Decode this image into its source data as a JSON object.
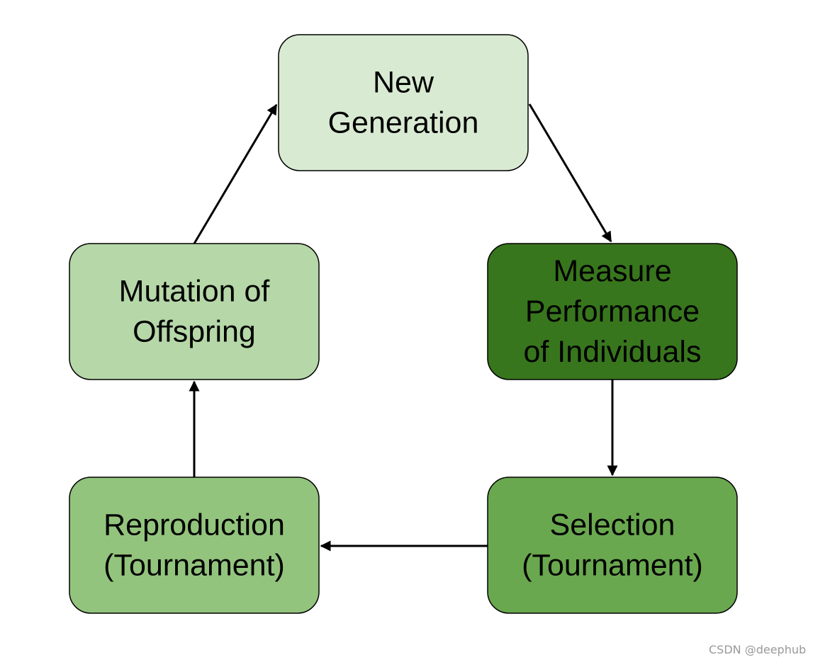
{
  "diagram": {
    "nodes": [
      {
        "id": "new-generation",
        "lines": [
          "New",
          "Generation"
        ],
        "fill": "#d9ead3"
      },
      {
        "id": "measure-performance",
        "lines": [
          "Measure",
          "Performance",
          "of Individuals"
        ],
        "fill": "#38761d"
      },
      {
        "id": "selection",
        "lines": [
          "Selection",
          "(Tournament)"
        ],
        "fill": "#6aa84f"
      },
      {
        "id": "reproduction",
        "lines": [
          "Reproduction",
          "(Tournament)"
        ],
        "fill": "#93c47d"
      },
      {
        "id": "mutation",
        "lines": [
          "Mutation of",
          "Offspring"
        ],
        "fill": "#b6d7a8"
      }
    ],
    "edges": [
      {
        "from": "new-generation",
        "to": "measure-performance"
      },
      {
        "from": "measure-performance",
        "to": "selection"
      },
      {
        "from": "selection",
        "to": "reproduction"
      },
      {
        "from": "reproduction",
        "to": "mutation"
      },
      {
        "from": "mutation",
        "to": "new-generation"
      }
    ]
  },
  "watermark": "CSDN @deephub"
}
